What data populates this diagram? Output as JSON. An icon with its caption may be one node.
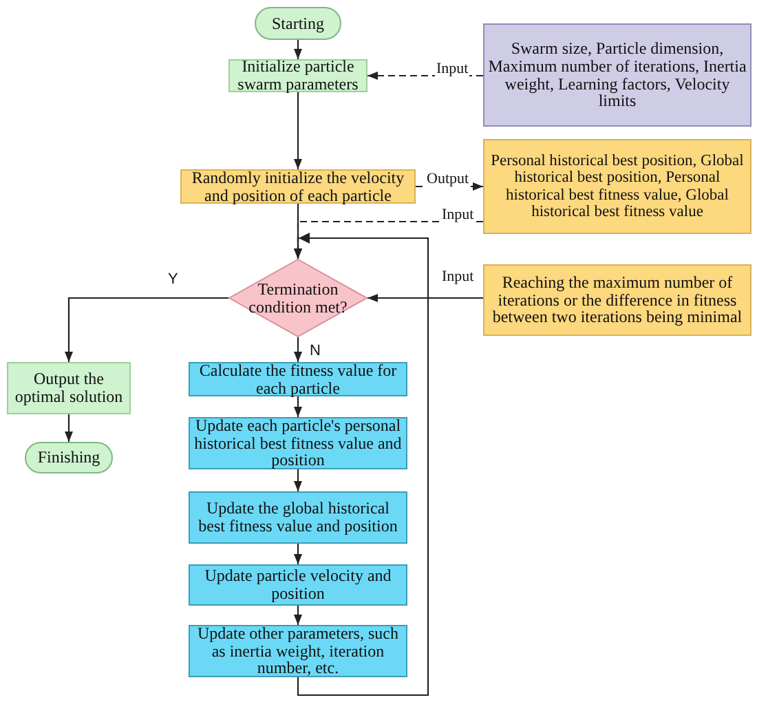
{
  "diagram": {
    "nodes": [
      {
        "text": [
          "Starting"
        ]
      },
      {
        "text": [
          "Initialize particle swarm parameters"
        ]
      },
      {
        "text": [
          "Swarm size, Particle dimension, Maximum number of iterations, Inertia weight, Learning factors, Velocity limits"
        ]
      },
      {
        "text": [
          "Randomly initialize the velocity and position of each particle"
        ]
      },
      {
        "text": [
          "Personal historical best position, Global historical best position, Personal historical best fitness value, Global historical best fitness value"
        ]
      },
      {
        "text": [
          "Termination condition met?"
        ]
      },
      {
        "text": [
          "Reaching the maximum number of iterations or the difference in fitness between two iterations being minimal"
        ]
      },
      {
        "text": [
          "Output the optimal solution"
        ]
      },
      {
        "text": [
          "Finishing"
        ]
      },
      {
        "text": [
          "Calculate the fitness value for each particle"
        ]
      },
      {
        "text": [
          "Update each particle's personal historical best fitness value and position"
        ]
      },
      {
        "text": [
          "Update the global historical best fitness value and position"
        ]
      },
      {
        "text": [
          "Update particle velocity and position"
        ]
      },
      {
        "text": [
          "Update other parameters, such as inertia weight, iteration number, etc."
        ]
      }
    ],
    "edges": [
      {
        "from": 0,
        "to": 1,
        "arrow": "to"
      },
      {
        "from": 2,
        "to": 1,
        "arrow": "to",
        "label": "Input",
        "style": "dashed"
      },
      {
        "from": 1,
        "to": 3,
        "arrow": "to"
      },
      {
        "from": 3,
        "to": 4,
        "arrow": "to",
        "label": "Output",
        "style": "dashed"
      },
      {
        "from": 4,
        "to": 5,
        "arrow": "to",
        "label": "Input",
        "style": "dashed"
      },
      {
        "from": 3,
        "to": 5,
        "arrow": "to"
      },
      {
        "from": 13,
        "to": 5,
        "arrow": "to"
      },
      {
        "from": 6,
        "to": 5,
        "arrow": "to",
        "label": "Input"
      },
      {
        "from": 5,
        "to": 7,
        "arrow": "to",
        "label": "Y"
      },
      {
        "from": 7,
        "to": 8,
        "arrow": "to"
      },
      {
        "from": 5,
        "to": 9,
        "arrow": "to",
        "label": "N"
      },
      {
        "from": 9,
        "to": 10,
        "arrow": "to"
      },
      {
        "from": 10,
        "to": 11,
        "arrow": "to"
      },
      {
        "from": 11,
        "to": 12,
        "arrow": "to"
      },
      {
        "from": 12,
        "to": 13,
        "arrow": "to"
      }
    ]
  }
}
